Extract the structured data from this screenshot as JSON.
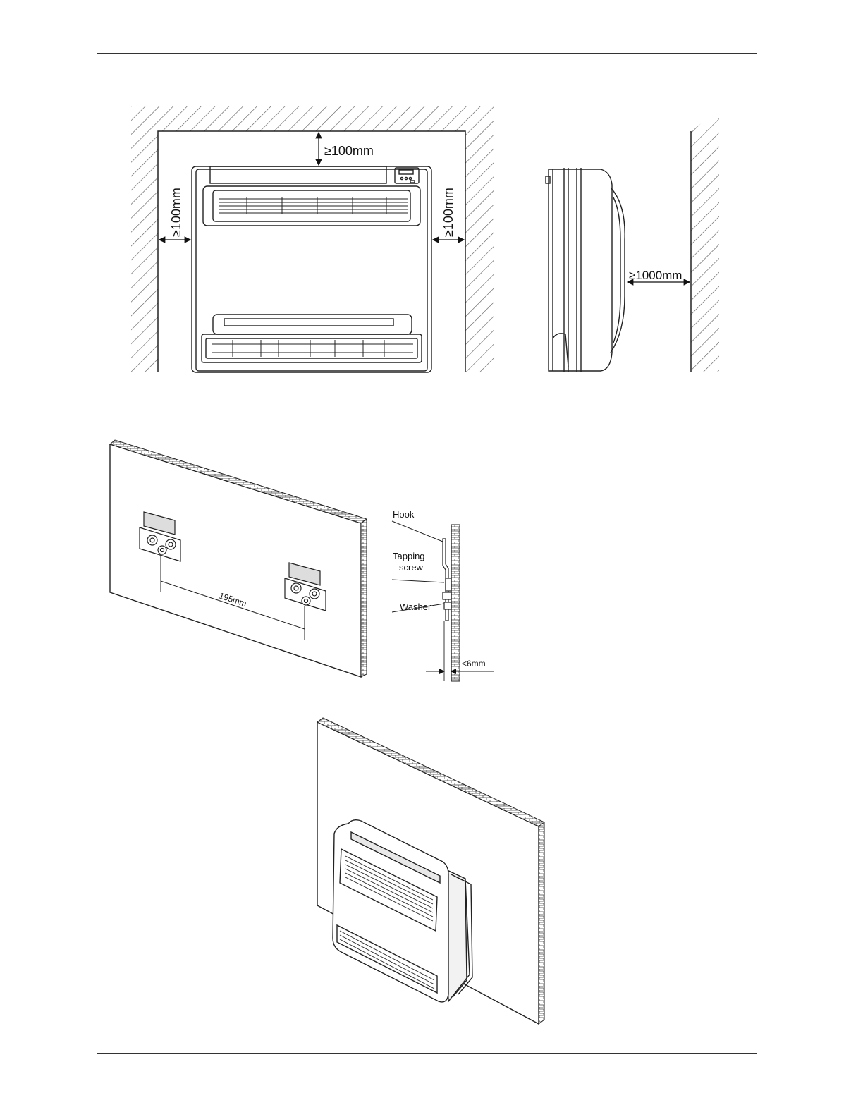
{
  "figure1": {
    "top_clearance": "≥100mm",
    "left_clearance": "≥100mm",
    "right_clearance": "≥100mm",
    "front_clearance": "≥1000mm"
  },
  "figure2": {
    "hook_spacing": "195mm",
    "hook_label": "Hook",
    "tapping_label_line1": "Tapping",
    "tapping_label_line2": "screw",
    "washer_label": "Washer",
    "gap_label": "<6mm"
  },
  "colors": {
    "line": "#222222",
    "hatch": "#555555",
    "link": "#2b3fb0"
  }
}
